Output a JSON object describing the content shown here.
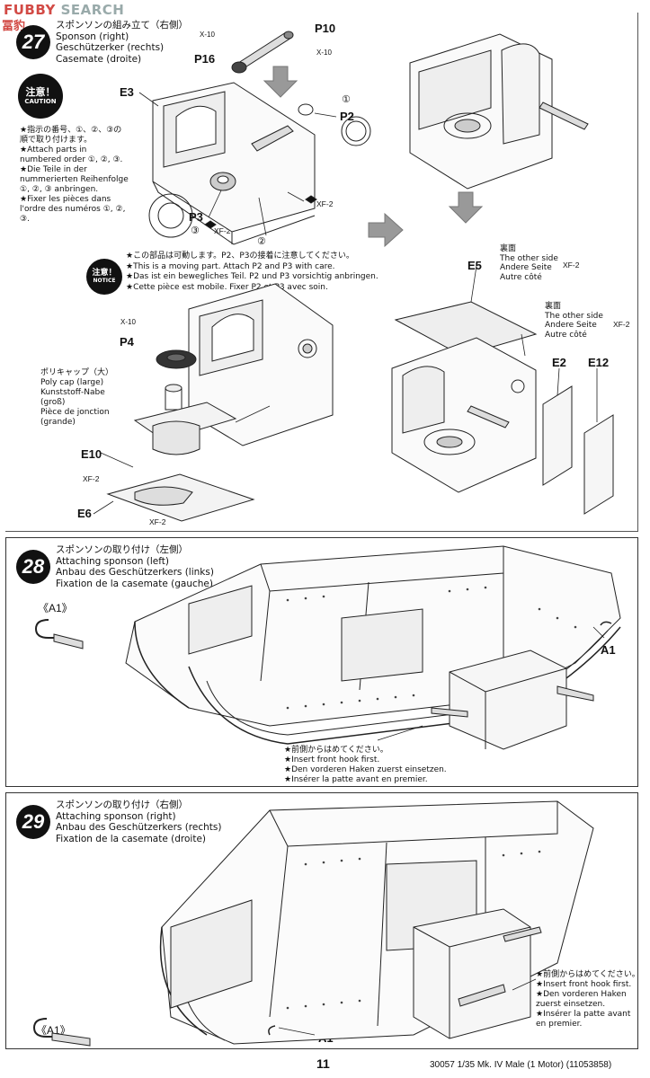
{
  "watermark": {
    "text_red": "FUBBY",
    "text_gray": "SEARCH",
    "side": "冨豹"
  },
  "step27": {
    "number": "27",
    "title_jp": "スポンソンの組み立て（右側）",
    "title_en": "Sponson (right)",
    "title_de": "Geschützerker (rechts)",
    "title_fr": "Casemate (droite)",
    "caution_jp": "注意！",
    "caution_en": "CAUTION",
    "caution_text": [
      "★指示の番号、①、②、③の",
      "順で取り付けます。",
      "★Attach parts in",
      "numbered order ①, ②, ③.",
      "★Die Teile in der",
      "nummerierten Reihenfolge",
      "①, ②, ③ anbringen.",
      "★Fixer les pièces dans",
      "l'ordre des numéros ①, ②,",
      "③."
    ],
    "notice_jp": "注意！",
    "notice_en": "NOTICE",
    "notice_text": [
      "★この部品は可動します。P2、P3の接着に注意してください。",
      "★This is a moving part. Attach P2 and P3 with care.",
      "★Das ist ein bewegliches Teil. P2 und P3 vorsichtig anbringen.",
      "★Cette pièce est mobile. Fixer P2 et P3 avec soin."
    ],
    "parts": {
      "x10a": "X-10",
      "p16": "P16",
      "p10": "P10",
      "x10b": "X-10",
      "e3": "E3",
      "one": "①",
      "p2": "P2",
      "xf2a": "XF-2",
      "p3": "P3",
      "three": "③",
      "xf2b": "XF-2",
      "two": "②",
      "x10c": "X-10",
      "p4": "P4",
      "e10": "E10",
      "xf2c": "XF-2",
      "e6": "E6",
      "xf2d": "XF-2",
      "e5": "E5",
      "xf2e": "XF-2",
      "e2": "E2",
      "e12": "E12",
      "xf2f": "XF-2"
    },
    "polycap": [
      "ポリキャップ（大）",
      "Poly cap (large)",
      "Kunststoff-Nabe",
      "(groß)",
      "Pièce de jonction",
      "(grande)"
    ],
    "other_side_a": [
      "裏面",
      "The other side",
      "Andere Seite",
      "Autre côté"
    ],
    "other_side_b": [
      "裏面",
      "The other side",
      "Andere Seite",
      "Autre côté"
    ]
  },
  "step28": {
    "number": "28",
    "title_jp": "スポンソンの取り付け（左側）",
    "title_en": "Attaching sponson (left)",
    "title_de": "Anbau des Geschützerkers (links)",
    "title_fr": "Fixation de la casemate (gauche)",
    "ref": "《A1》",
    "a1": "A1",
    "note": [
      "★前側からはめてください。",
      "★Insert front hook first.",
      "★Den vorderen Haken zuerst einsetzen.",
      "★Insérer la patte avant en premier."
    ]
  },
  "step29": {
    "number": "29",
    "title_jp": "スポンソンの取り付け（右側）",
    "title_en": "Attaching sponson (right)",
    "title_de": "Anbau des Geschützerkers (rechts)",
    "title_fr": "Fixation de la casemate (droite)",
    "ref": "《A1》",
    "a1": "A1",
    "note": [
      "★前側からはめてください。",
      "★Insert front hook first.",
      "★Den vorderen Haken",
      "zuerst einsetzen.",
      "★Insérer la patte avant",
      "en premier."
    ]
  },
  "footer": {
    "page": "11",
    "code": "30057  1/35 Mk. IV Male (1 Motor) (11053858)"
  }
}
